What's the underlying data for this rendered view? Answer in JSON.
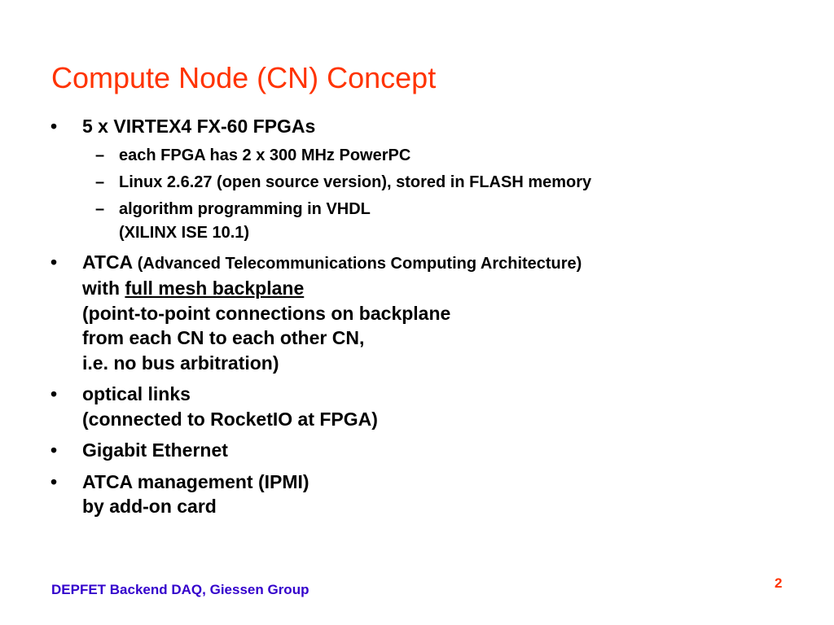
{
  "slide": {
    "title": "Compute Node (CN) Concept",
    "bullet_glyph": "•",
    "dash_glyph": "–",
    "items": [
      {
        "text": "5 x VIRTEX4 FX-60 FPGAs",
        "subitems": [
          {
            "lines": [
              "each FPGA has 2 x 300 MHz PowerPC"
            ]
          },
          {
            "lines": [
              "Linux 2.6.27 (open source version), stored in FLASH memory"
            ]
          },
          {
            "lines": [
              "algorithm programming in VHDL",
              "(XILINX ISE 10.1)"
            ]
          }
        ]
      },
      {
        "lead": "ATCA",
        "paren": "(Advanced Telecommunications Computing Architecture)",
        "with": "with",
        "underlined": "full mesh backplane",
        "lines": [
          "(point-to-point connections on backplane",
          "from each CN to each other CN,",
          "i.e. no bus arbitration)"
        ]
      },
      {
        "lines": [
          "optical links",
          "(connected to RocketIO at FPGA)"
        ]
      },
      {
        "lines": [
          "Gigabit Ethernet"
        ]
      },
      {
        "lines": [
          "ATCA management (IPMI)",
          "by add-on card"
        ]
      }
    ]
  },
  "footer": {
    "text": "DEPFET Backend DAQ, Giessen Group",
    "page_number": "2"
  },
  "colors": {
    "title": "#ff3300",
    "body": "#000000",
    "footer": "#3300cc",
    "page_number": "#ff3300"
  }
}
